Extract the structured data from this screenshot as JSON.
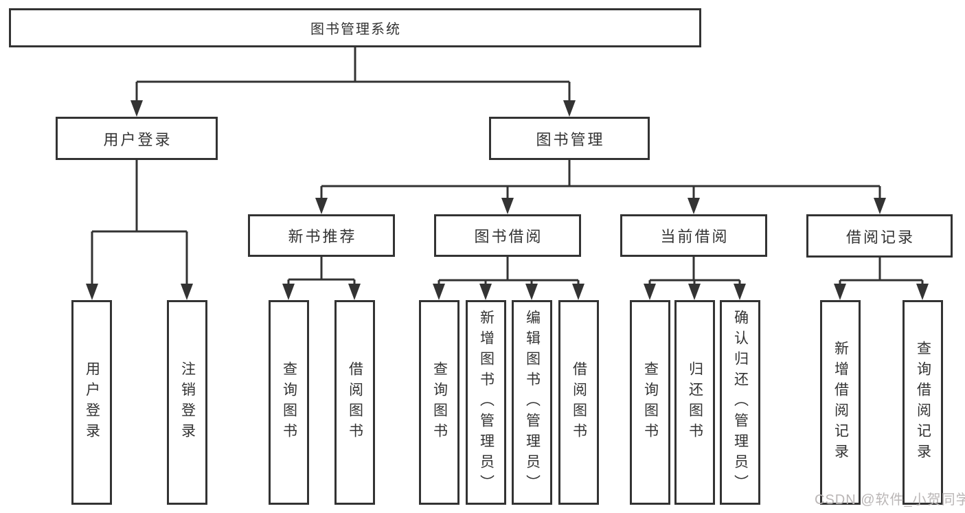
{
  "nodes": {
    "root": "图书管理系统",
    "user_login": "用户登录",
    "book_management": "图书管理",
    "new_book": "新书推荐",
    "book_borrow": "图书借阅",
    "current_borrow": "当前借阅",
    "borrow_records": "借阅记录"
  },
  "leaves": {
    "user_login": [
      "用户登录",
      "注销登录"
    ],
    "new_book": [
      "查询图书",
      "借阅图书"
    ],
    "book_borrow": [
      "查询图书",
      "新增图书（管理员）",
      "编辑图书（管理员）",
      "借阅图书"
    ],
    "current_borrow": [
      "查询图书",
      "归还图书",
      "确认归还（管理员）"
    ],
    "borrow_records": [
      "新增借阅记录",
      "查询借阅记录"
    ]
  },
  "watermark": "CSDN @软件_小贺同学",
  "colors": {
    "line": "#333333",
    "text": "#333333",
    "background": "#ffffff",
    "watermark": "#bab6b6"
  }
}
